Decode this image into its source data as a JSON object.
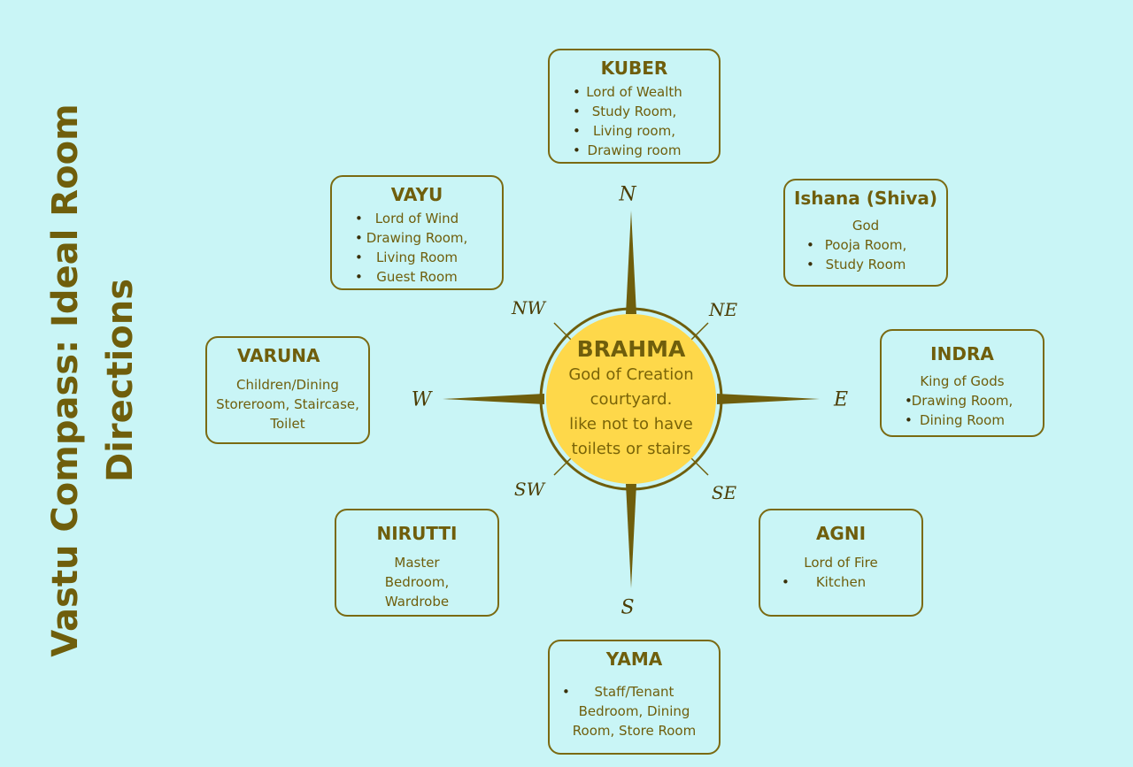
{
  "title": "Vastu Compass: Ideal Room Directions",
  "center": {
    "title": "BRAHMA",
    "lines": [
      "God of Creation",
      "courtyard.",
      "like not to have",
      "toilets or stairs"
    ]
  },
  "directions": {
    "n": "N",
    "ne": "NE",
    "e": "E",
    "se": "SE",
    "s": "S",
    "sw": "SW",
    "w": "W",
    "nw": "NW"
  },
  "boxes": {
    "kuber": {
      "title": "KUBER",
      "items": [
        "Lord of Wealth",
        "Study Room,",
        "Living room,",
        "Drawing room"
      ]
    },
    "vayu": {
      "title": "VAYU",
      "items": [
        "Lord of Wind",
        "Drawing Room,",
        "Living Room",
        "Guest Room"
      ]
    },
    "ishana": {
      "title": "Ishana (Shiva)",
      "sub": "God",
      "items": [
        "Pooja Room,",
        "Study Room"
      ]
    },
    "varuna": {
      "title": "VARUNA",
      "lines": [
        "Children/Dining",
        "Storeroom, Staircase,",
        "Toilet"
      ]
    },
    "indra": {
      "title": "INDRA",
      "sub": "King of Gods",
      "items": [
        "Drawing Room,",
        "Dining Room"
      ]
    },
    "nirutti": {
      "title": "NIRUTTI",
      "lines": [
        "Master",
        "Bedroom,",
        "Wardrobe"
      ]
    },
    "agni": {
      "title": "AGNI",
      "sub": "Lord of Fire",
      "items": [
        "Kitchen"
      ]
    },
    "yama": {
      "title": "YAMA",
      "items": [
        "Staff/Tenant",
        "Bedroom, Dining",
        "Room, Store Room"
      ]
    }
  }
}
